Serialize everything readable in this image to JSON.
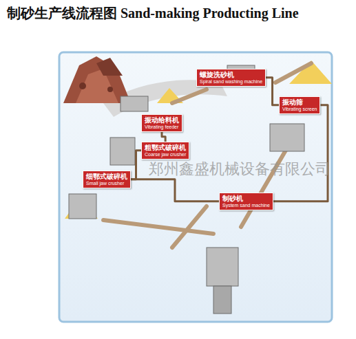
{
  "diagram": {
    "title": "制砂生产线流程图 Sand-making Producting Line",
    "nodes": [
      {
        "text": [
          "螺旋洗砂机",
          "Spiral sand washing machine"
        ]
      },
      {
        "text": [
          "振动筛",
          "Vibrating screen"
        ]
      },
      {
        "text": [
          "振动给料机",
          "Vibrating feeder"
        ]
      },
      {
        "text": [
          "粗鄂式破碎机",
          "Coarse jaw crusher"
        ]
      },
      {
        "text": [
          "细鄂式破碎机",
          "Small jaw crusher"
        ]
      },
      {
        "text": [
          "制砂机",
          "System sand machine"
        ]
      }
    ],
    "edges": [
      {
        "from": 2,
        "to": 3,
        "arrow": "none"
      },
      {
        "from": 3,
        "to": 4,
        "arrow": "none"
      },
      {
        "from": 4,
        "to": 5,
        "arrow": "none"
      },
      {
        "from": 5,
        "to": 1,
        "arrow": "none"
      },
      {
        "from": 1,
        "to": 0,
        "arrow": "none"
      }
    ],
    "labels": [
      "郑州鑫盛机械设备有限公司"
    ]
  }
}
